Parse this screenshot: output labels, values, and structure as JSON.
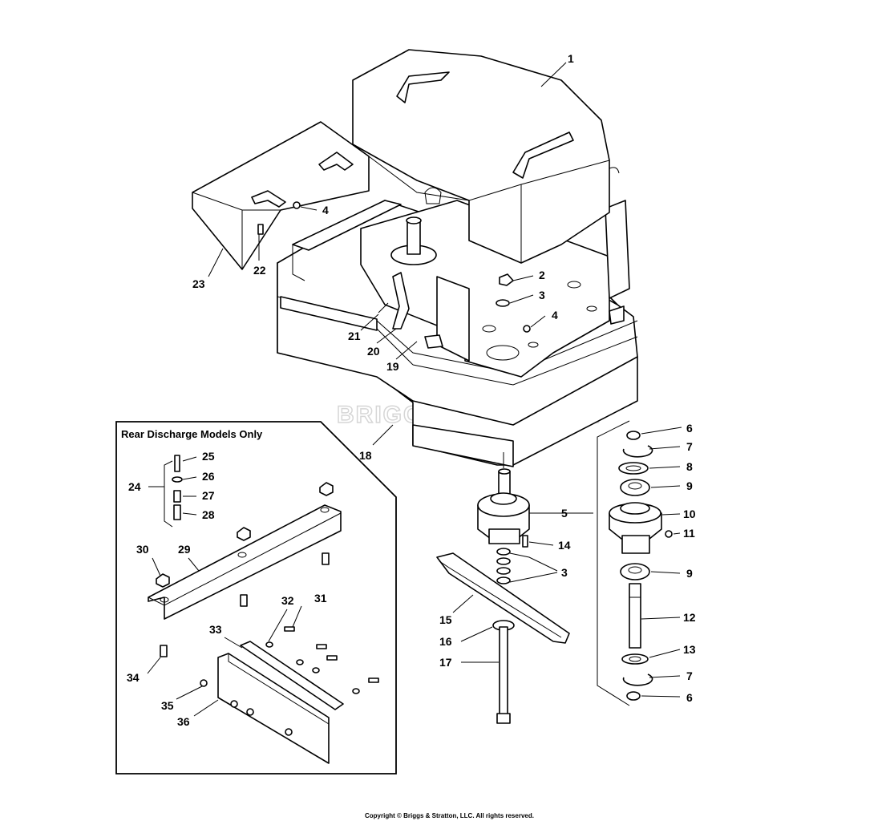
{
  "inset": {
    "title": "Rear Discharge Models Only"
  },
  "watermark": "BRIGGS&STRATTON",
  "copyright": "Copyright © Briggs & Stratton, LLC. All rights reserved.",
  "callouts": [
    {
      "id": "c1",
      "label": "1"
    },
    {
      "id": "c2",
      "label": "2"
    },
    {
      "id": "c3a",
      "label": "3"
    },
    {
      "id": "c4a",
      "label": "4"
    },
    {
      "id": "c4b",
      "label": "4"
    },
    {
      "id": "c5",
      "label": "5"
    },
    {
      "id": "c6a",
      "label": "6"
    },
    {
      "id": "c7a",
      "label": "7"
    },
    {
      "id": "c8",
      "label": "8"
    },
    {
      "id": "c9a",
      "label": "9"
    },
    {
      "id": "c10",
      "label": "10"
    },
    {
      "id": "c11",
      "label": "11"
    },
    {
      "id": "c3b",
      "label": "3"
    },
    {
      "id": "c9b",
      "label": "9"
    },
    {
      "id": "c12",
      "label": "12"
    },
    {
      "id": "c13",
      "label": "13"
    },
    {
      "id": "c7b",
      "label": "7"
    },
    {
      "id": "c6b",
      "label": "6"
    },
    {
      "id": "c14",
      "label": "14"
    },
    {
      "id": "c15",
      "label": "15"
    },
    {
      "id": "c16",
      "label": "16"
    },
    {
      "id": "c17",
      "label": "17"
    },
    {
      "id": "c18",
      "label": "18"
    },
    {
      "id": "c19",
      "label": "19"
    },
    {
      "id": "c20",
      "label": "20"
    },
    {
      "id": "c21",
      "label": "21"
    },
    {
      "id": "c22",
      "label": "22"
    },
    {
      "id": "c23",
      "label": "23"
    },
    {
      "id": "c24",
      "label": "24"
    },
    {
      "id": "c25",
      "label": "25"
    },
    {
      "id": "c26",
      "label": "26"
    },
    {
      "id": "c27",
      "label": "27"
    },
    {
      "id": "c28",
      "label": "28"
    },
    {
      "id": "c29",
      "label": "29"
    },
    {
      "id": "c30",
      "label": "30"
    },
    {
      "id": "c31",
      "label": "31"
    },
    {
      "id": "c32",
      "label": "32"
    },
    {
      "id": "c33",
      "label": "33"
    },
    {
      "id": "c34",
      "label": "34"
    },
    {
      "id": "c35",
      "label": "35"
    },
    {
      "id": "c36",
      "label": "36"
    }
  ]
}
